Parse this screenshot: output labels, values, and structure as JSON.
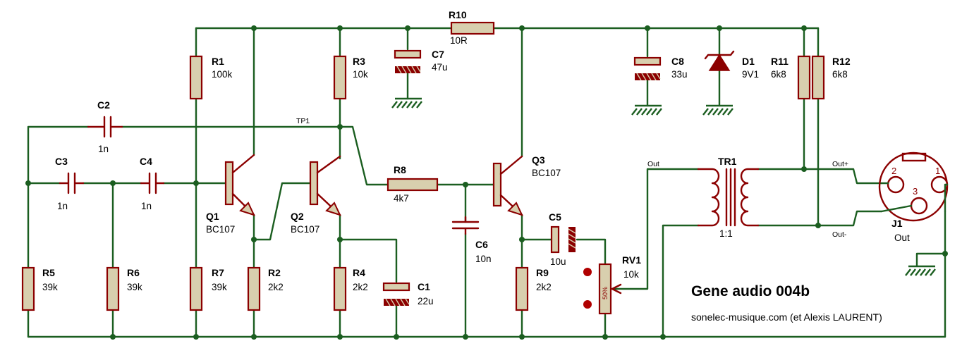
{
  "title": "Gene audio 004b",
  "subtitle": "sonelec-musique.com (et Alexis LAURENT)",
  "testpoint": "TP1",
  "net_labels": {
    "out": "Out",
    "out_plus": "Out+",
    "out_minus": "Out-"
  },
  "components": {
    "r1": {
      "name": "R1",
      "value": "100k"
    },
    "r2": {
      "name": "R2",
      "value": "2k2"
    },
    "r3": {
      "name": "R3",
      "value": "10k"
    },
    "r4": {
      "name": "R4",
      "value": "2k2"
    },
    "r5": {
      "name": "R5",
      "value": "39k"
    },
    "r6": {
      "name": "R6",
      "value": "39k"
    },
    "r7": {
      "name": "R7",
      "value": "39k"
    },
    "r8": {
      "name": "R8",
      "value": "4k7"
    },
    "r9": {
      "name": "R9",
      "value": "2k2"
    },
    "r10": {
      "name": "R10",
      "value": "10R"
    },
    "r11": {
      "name": "R11",
      "value": "6k8"
    },
    "r12": {
      "name": "R12",
      "value": "6k8"
    },
    "c1": {
      "name": "C1",
      "value": "22u"
    },
    "c2": {
      "name": "C2",
      "value": "1n"
    },
    "c3": {
      "name": "C3",
      "value": "1n"
    },
    "c4": {
      "name": "C4",
      "value": "1n"
    },
    "c5": {
      "name": "C5",
      "value": "10u"
    },
    "c6": {
      "name": "C6",
      "value": "10n"
    },
    "c7": {
      "name": "C7",
      "value": "47u"
    },
    "c8": {
      "name": "C8",
      "value": "33u"
    },
    "d1": {
      "name": "D1",
      "value": "9V1"
    },
    "q1": {
      "name": "Q1",
      "value": "BC107"
    },
    "q2": {
      "name": "Q2",
      "value": "BC107"
    },
    "q3": {
      "name": "Q3",
      "value": "BC107"
    },
    "tr1": {
      "name": "TR1",
      "value": "1:1"
    },
    "rv1": {
      "name": "RV1",
      "value": "10k",
      "wiper": "50%"
    },
    "j1": {
      "name": "J1",
      "value": "Out",
      "pins": [
        "1",
        "2",
        "3"
      ]
    }
  },
  "colors": {
    "wire": "#1b5e20",
    "component": "#8b0000",
    "body_fill": "#d8cfae"
  }
}
